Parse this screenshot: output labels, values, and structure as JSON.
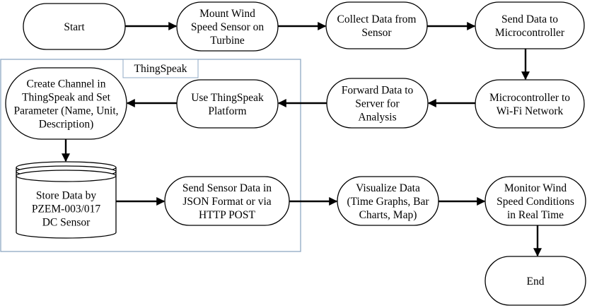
{
  "group": {
    "label": "ThingSpeak",
    "color": "#8fa9c4"
  },
  "nodes": [
    {
      "id": "start",
      "lines": [
        "Start"
      ]
    },
    {
      "id": "mount",
      "lines": [
        "Mount Wind",
        "Speed Sensor on",
        "Turbine"
      ]
    },
    {
      "id": "collect",
      "lines": [
        "Collect Data from",
        "Sensor"
      ]
    },
    {
      "id": "send",
      "lines": [
        "Send Data to",
        "Microcontroller"
      ]
    },
    {
      "id": "wifi",
      "lines": [
        "Microcontroller to",
        "Wi-Fi Network"
      ]
    },
    {
      "id": "forward",
      "lines": [
        "Forward Data to",
        "Server for",
        "Analysis"
      ]
    },
    {
      "id": "platform",
      "lines": [
        "Use ThingSpeak",
        "Platform"
      ]
    },
    {
      "id": "channel",
      "lines": [
        "Create Channel in",
        "ThingSpeak and Set",
        "Parameter (Name, Unit,",
        "Description)"
      ]
    },
    {
      "id": "store",
      "lines": [
        "Store Data by",
        "PZEM-003/017",
        "DC Sensor"
      ]
    },
    {
      "id": "json",
      "lines": [
        "Send Sensor Data in",
        "JSON Format or via",
        "HTTP POST"
      ]
    },
    {
      "id": "visualize",
      "lines": [
        "Visualize Data",
        "(Time Graphs, Bar",
        "Charts, Map)"
      ]
    },
    {
      "id": "monitor",
      "lines": [
        "Monitor Wind",
        "Speed Conditions",
        "in Real Time"
      ]
    },
    {
      "id": "end",
      "lines": [
        "End"
      ]
    }
  ],
  "edges": [
    {
      "from": "start",
      "to": "mount"
    },
    {
      "from": "mount",
      "to": "collect"
    },
    {
      "from": "collect",
      "to": "send"
    },
    {
      "from": "send",
      "to": "wifi"
    },
    {
      "from": "wifi",
      "to": "forward"
    },
    {
      "from": "forward",
      "to": "platform"
    },
    {
      "from": "platform",
      "to": "channel"
    },
    {
      "from": "channel",
      "to": "store"
    },
    {
      "from": "store",
      "to": "json"
    },
    {
      "from": "json",
      "to": "visualize"
    },
    {
      "from": "visualize",
      "to": "monitor"
    },
    {
      "from": "monitor",
      "to": "end"
    }
  ]
}
